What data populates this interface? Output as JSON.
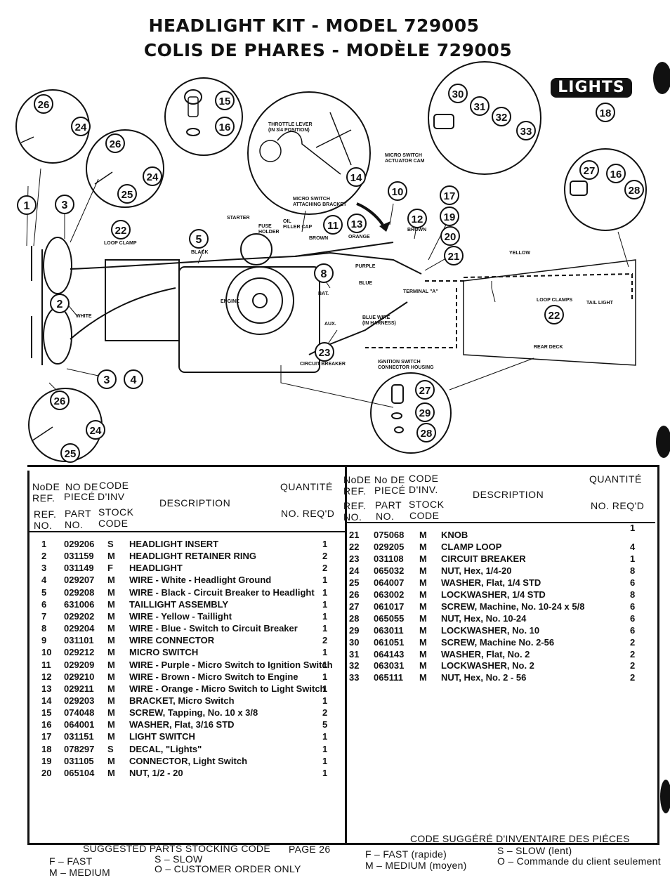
{
  "title": {
    "en": "HEADLIGHT KIT - MODEL 729005",
    "fr": "COLIS DE PHARES - MODÈLE 729005"
  },
  "badge": "LIGHTS",
  "diagram_labels": {
    "throttle": "THROTTLE LEVER\n(IN 3/4 POSITION)",
    "micro_bracket": "MICRO SWITCH\nATTACHING BRACKET",
    "micro_cam": "MICRO SWITCH\nACTUATOR CAM",
    "starter": "STARTER",
    "fuse": "FUSE\nHOLDER",
    "oil": "OIL\nFILLER CAP",
    "loop_clamp": "LOOP CLAMP",
    "black": "BLACK",
    "brown": "BROWN",
    "orange": "ORANGE",
    "brown2": "BROWN",
    "purple": "PURPLE",
    "blue": "BLUE",
    "yellow": "YELLOW",
    "terminal": "TERMINAL \"A\"",
    "engine": "ENGINE",
    "bat": "BAT.",
    "aux": "AUX.",
    "blue_wire": "BLUE WIRE\n(IN HARNESS)",
    "white": "WHITE",
    "circuit_breaker": "CIRCUIT BREAKER",
    "ignition": "IGNITION SWITCH\nCONNECTOR HOUSING",
    "loop_clamps": "LOOP CLAMPS",
    "tail_light": "TAIL LIGHT",
    "rear_deck": "REAR DECK"
  },
  "callouts": [
    "1",
    "2",
    "3",
    "3",
    "4",
    "5",
    "8",
    "10",
    "11",
    "12",
    "13",
    "14",
    "15",
    "16",
    "16",
    "17",
    "18",
    "19",
    "20",
    "21",
    "22",
    "22",
    "23",
    "24",
    "24",
    "24",
    "25",
    "25",
    "26",
    "26",
    "26",
    "27",
    "27",
    "28",
    "28",
    "29",
    "30",
    "31",
    "32",
    "33"
  ],
  "table_headers": {
    "node": "NoDE",
    "no_de": "NO DE",
    "code_fr": "CODE",
    "ref": "REF.",
    "piece": "PIECÉ",
    "dinv": "D'INV",
    "description": "DESCRIPTION",
    "quantite": "QUANTITÉ",
    "ref2": "REF.",
    "part": "PART",
    "stock": "STOCK",
    "no_reqd": "NO. REQ'D",
    "no": "NO.",
    "no2": "NO.",
    "code": "CODE",
    "r_node": "NoDE",
    "r_no_de": "No DE",
    "r_code_fr": "CODE",
    "r_ref": "REF.",
    "r_piece": "PIECÉ",
    "r_dinv": "D'INV.",
    "r_description": "DESCRIPTION",
    "r_quantite": "QUANTITÉ",
    "r_ref2": "REF.",
    "r_part": "PART",
    "r_stock": "STOCK",
    "r_no_reqd": "NO. REQ'D",
    "r_no": "NO.",
    "r_no2": "NO.",
    "r_code": "CODE"
  },
  "left_rows": [
    {
      "ref": "1",
      "part": "029206",
      "code": "S",
      "desc": "HEADLIGHT INSERT",
      "qty": "1"
    },
    {
      "ref": "2",
      "part": "031159",
      "code": "M",
      "desc": "HEADLIGHT RETAINER RING",
      "qty": "2"
    },
    {
      "ref": "3",
      "part": "031149",
      "code": "F",
      "desc": "HEADLIGHT",
      "qty": "2"
    },
    {
      "ref": "4",
      "part": "029207",
      "code": "M",
      "desc": "WIRE - White - Headlight Ground",
      "qty": "1"
    },
    {
      "ref": "5",
      "part": "029208",
      "code": "M",
      "desc": "WIRE - Black - Circuit Breaker to Headlight",
      "qty": "1"
    },
    {
      "ref": "6",
      "part": "631006",
      "code": "M",
      "desc": "TAILLIGHT ASSEMBLY",
      "qty": "1"
    },
    {
      "ref": "7",
      "part": "029202",
      "code": "M",
      "desc": "WIRE - Yellow - Taillight",
      "qty": "1"
    },
    {
      "ref": "8",
      "part": "029204",
      "code": "M",
      "desc": "WIRE - Blue - Switch to Circuit Breaker",
      "qty": "1"
    },
    {
      "ref": "9",
      "part": "031101",
      "code": "M",
      "desc": "WIRE CONNECTOR",
      "qty": "2"
    },
    {
      "ref": "10",
      "part": "029212",
      "code": "M",
      "desc": "MICRO SWITCH",
      "qty": "1"
    },
    {
      "ref": "11",
      "part": "029209",
      "code": "M",
      "desc": "WIRE - Purple - Micro Switch to Ignition Switch",
      "qty": "1"
    },
    {
      "ref": "12",
      "part": "029210",
      "code": "M",
      "desc": "WIRE - Brown - Micro Switch to Engine",
      "qty": "1"
    },
    {
      "ref": "13",
      "part": "029211",
      "code": "M",
      "desc": "WIRE - Orange - Micro Switch to Light Switch",
      "qty": "1"
    },
    {
      "ref": "14",
      "part": "029203",
      "code": "M",
      "desc": "BRACKET, Micro Switch",
      "qty": "1"
    },
    {
      "ref": "15",
      "part": "074048",
      "code": "M",
      "desc": "SCREW, Tapping, No. 10 x 3/8",
      "qty": "2"
    },
    {
      "ref": "16",
      "part": "064001",
      "code": "M",
      "desc": "WASHER, Flat, 3/16 STD",
      "qty": "5"
    },
    {
      "ref": "17",
      "part": "031151",
      "code": "M",
      "desc": "LIGHT SWITCH",
      "qty": "1"
    },
    {
      "ref": "18",
      "part": "078297",
      "code": "S",
      "desc": "DECAL, \"Lights\"",
      "qty": "1"
    },
    {
      "ref": "19",
      "part": "031105",
      "code": "M",
      "desc": "CONNECTOR, Light Switch",
      "qty": "1"
    },
    {
      "ref": "20",
      "part": "065104",
      "code": "M",
      "desc": "NUT, 1/2 - 20",
      "qty": "1"
    }
  ],
  "right_rows": [
    {
      "ref": "21",
      "part": "075068",
      "code": "M",
      "desc": "KNOB",
      "qty": "1"
    },
    {
      "ref": "22",
      "part": "029205",
      "code": "M",
      "desc": "CLAMP LOOP",
      "qty": "4"
    },
    {
      "ref": "23",
      "part": "031108",
      "code": "M",
      "desc": "CIRCUIT BREAKER",
      "qty": "1"
    },
    {
      "ref": "24",
      "part": "065032",
      "code": "M",
      "desc": "NUT, Hex, 1/4-20",
      "qty": "8"
    },
    {
      "ref": "25",
      "part": "064007",
      "code": "M",
      "desc": "WASHER, Flat, 1/4 STD",
      "qty": "6"
    },
    {
      "ref": "26",
      "part": "063002",
      "code": "M",
      "desc": "LOCKWASHER, 1/4 STD",
      "qty": "8"
    },
    {
      "ref": "27",
      "part": "061017",
      "code": "M",
      "desc": "SCREW, Machine, No. 10-24 x 5/8",
      "qty": "6"
    },
    {
      "ref": "28",
      "part": "065055",
      "code": "M",
      "desc": "NUT, Hex, No. 10-24",
      "qty": "6"
    },
    {
      "ref": "29",
      "part": "063011",
      "code": "M",
      "desc": "LOCKWASHER, No. 10",
      "qty": "6"
    },
    {
      "ref": "30",
      "part": "061051",
      "code": "M",
      "desc": "SCREW, Machine No. 2-56",
      "qty": "2"
    },
    {
      "ref": "31",
      "part": "064143",
      "code": "M",
      "desc": "WASHER, Flat, No. 2",
      "qty": "2"
    },
    {
      "ref": "32",
      "part": "063031",
      "code": "M",
      "desc": "LOCKWASHER, No. 2",
      "qty": "2"
    },
    {
      "ref": "33",
      "part": "065111",
      "code": "M",
      "desc": "NUT, Hex, No. 2 - 56",
      "qty": "2"
    }
  ],
  "footer": {
    "left_title": "SUGGESTED PARTS STOCKING CODE",
    "page": "PAGE 26",
    "f_en": "F  – FAST",
    "s_en": "S  – SLOW",
    "m_en": "M – MEDIUM",
    "o_en": "O  – CUSTOMER ORDER ONLY",
    "right_title": "CODE SUGGÉRÉ D'INVENTAIRE DES PIÉCES",
    "f_fr": "F  – FAST (rapide)",
    "s_fr": "S  – SLOW (lent)",
    "m_fr": "M – MEDIUM (moyen)",
    "o_fr": "O  – Commande du client seulement"
  }
}
